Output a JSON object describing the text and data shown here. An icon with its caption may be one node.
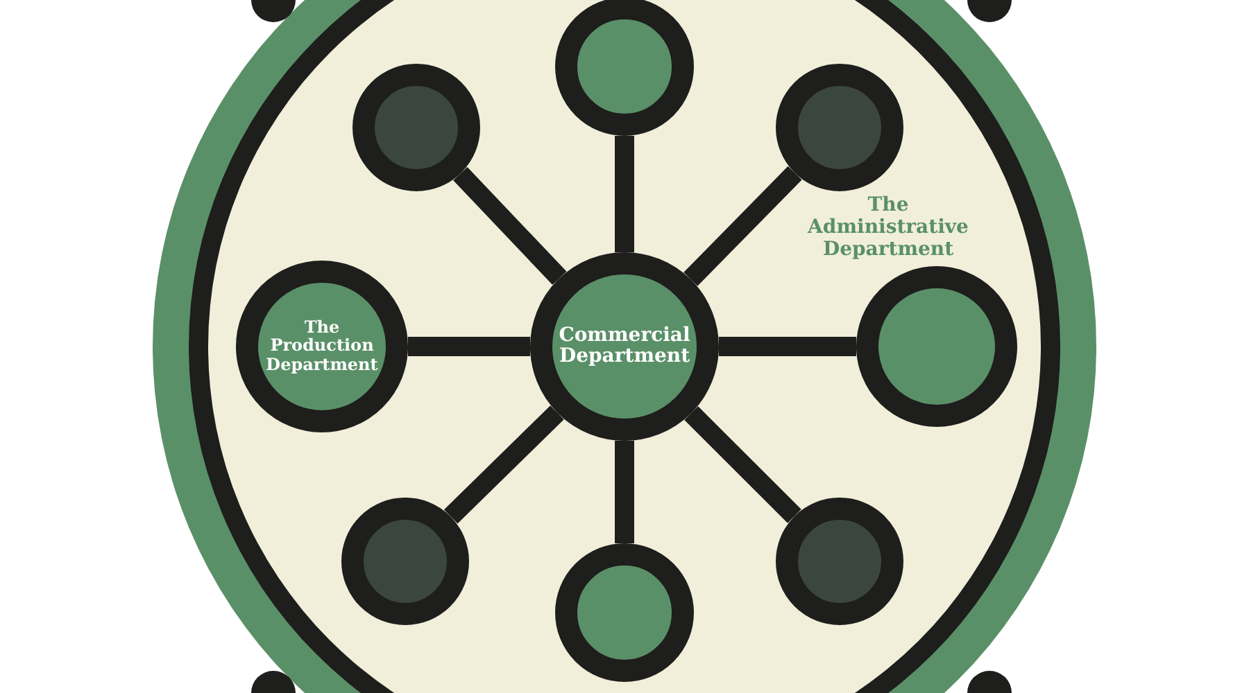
{
  "diagram": {
    "nodes": [
      {
        "text": [],
        "shape": "circle"
      },
      {
        "text": [],
        "shape": "circle"
      },
      {
        "text": [],
        "shape": "circle"
      },
      {
        "text": [
          "The Production Department"
        ]
      },
      {
        "text": [
          "Commercial Department"
        ]
      },
      {
        "text": [],
        "shape": "circle",
        "beside": [
          "The Administrative Department"
        ]
      },
      {
        "text": [],
        "shape": "circle"
      },
      {
        "text": [],
        "shape": "circle"
      },
      {
        "text": [],
        "shape": "circle"
      }
    ],
    "edges": [
      {
        "from": 4,
        "to": 0,
        "arrow": "none"
      },
      {
        "from": 4,
        "to": 1,
        "arrow": "none"
      },
      {
        "from": 4,
        "to": 2,
        "arrow": "none"
      },
      {
        "from": 4,
        "to": 3,
        "arrow": "none"
      },
      {
        "from": 4,
        "to": 5,
        "arrow": "none"
      },
      {
        "from": 4,
        "to": 6,
        "arrow": "none"
      },
      {
        "from": 4,
        "to": 7,
        "arrow": "none"
      },
      {
        "from": 4,
        "to": 8,
        "arrow": "none"
      }
    ]
  }
}
